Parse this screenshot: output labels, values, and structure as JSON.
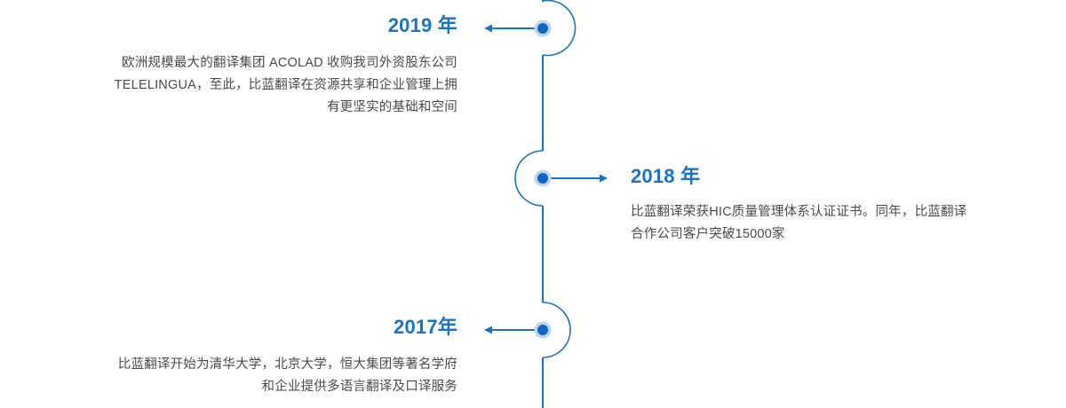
{
  "theme": {
    "accent": "#1a73c0",
    "dot_core": "#1565c0",
    "dot_halo": "#bfd6ea",
    "body_text": "#4a4a4a",
    "background": "#ffffff"
  },
  "timeline": {
    "orientation": "vertical",
    "events": [
      {
        "id": "2019",
        "year_label": "2019 年",
        "side": "left",
        "arrow": "arrow-left-icon",
        "lines": [
          "欧洲规模最大的翻译集团  ACOLAD  收购我司外资股东公司",
          "TELELINGUA，至此，比蓝翻译在资源共享和企业管理上拥",
          "有更坚实的基础和空间"
        ]
      },
      {
        "id": "2018",
        "year_label": "2018 年",
        "side": "right",
        "arrow": "arrow-right-icon",
        "lines": [
          "比蓝翻译荣获HIC质量管理体系认证证书。同年，比蓝翻译",
          "合作公司客户突破15000家"
        ]
      },
      {
        "id": "2017",
        "year_label": "2017年",
        "side": "left",
        "arrow": "arrow-left-icon",
        "lines": [
          "比蓝翻译开始为清华大学，北京大学，恒大集团等著名学府",
          "和企业提供多语言翻译及口译服务"
        ]
      }
    ]
  }
}
